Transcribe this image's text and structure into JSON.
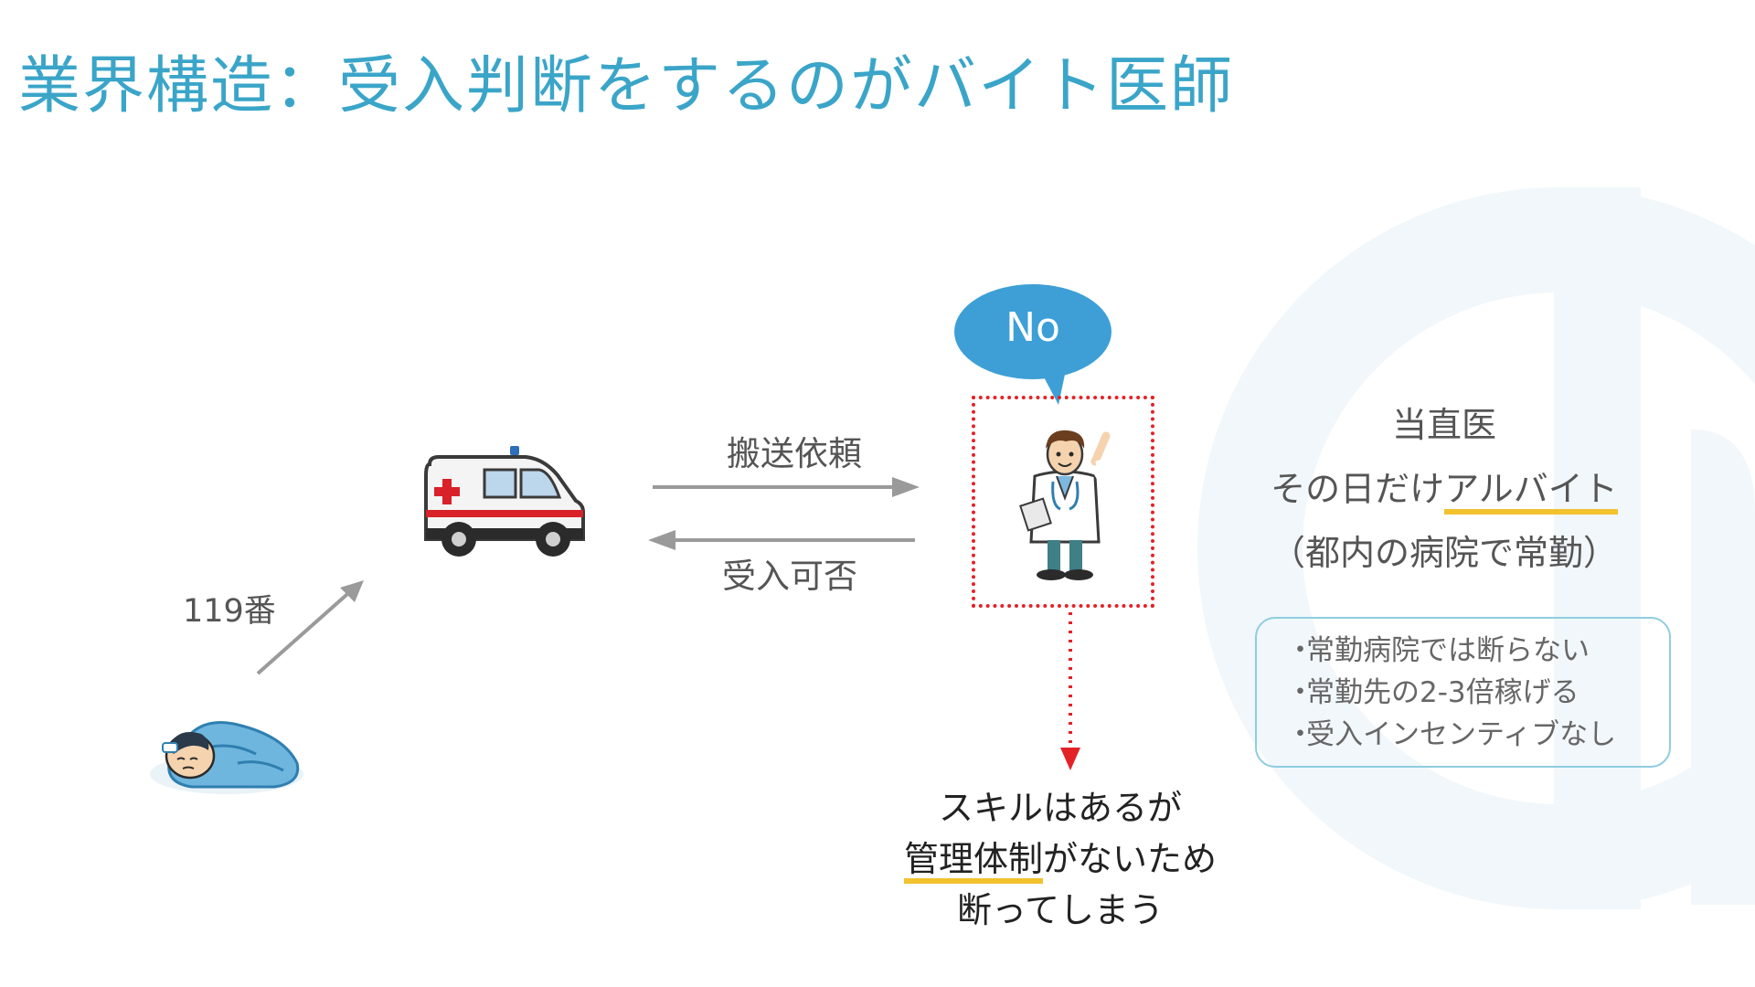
{
  "title": "業界構造：受入判断をするのがバイト医師",
  "labels": {
    "call_119": "119番",
    "transport_request": "搬送依頼",
    "accept_decision": "受入可否"
  },
  "speech_bubble": {
    "text": "No"
  },
  "doctor_info": {
    "role": "当直医",
    "line2_prefix": "その日だけ",
    "line2_highlight": "アルバイト",
    "line3": "（都内の病院で常勤）"
  },
  "reasons": [
    "常勤病院では断らない",
    "常勤先の2-3倍稼げる",
    "受入インセンティブなし"
  ],
  "conclusion": {
    "line1": "スキルはあるが",
    "line2_highlight": "管理体制",
    "line2_suffix": "がないため",
    "line3": "断ってしまう"
  },
  "colors": {
    "title": "#3aa5c8",
    "bubble": "#3d9fd6",
    "dotted_border": "#e32227",
    "highlight_underline": "#f2c22f",
    "arrow_gray": "#9a9a9a",
    "info_box_border": "#8fcde0"
  },
  "icons": [
    "ambulance-icon",
    "doctor-icon",
    "sick-patient-icon"
  ]
}
